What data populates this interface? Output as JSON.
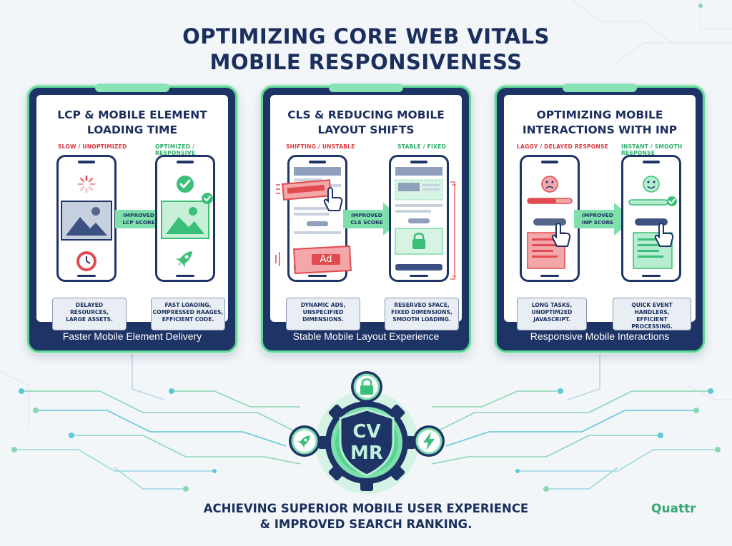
{
  "title": {
    "line1": "OPTIMIZING CORE WEB VITALS",
    "line2": "MOBILE RESPONSIVENESS"
  },
  "panels": [
    {
      "title_line1": "LCP & MOBILE ELEMENT",
      "title_line2": "LOADING TIME",
      "left_label": "SLOW / UNOPTIMIZED",
      "right_label": "OPTIMIZED / RESPONSIVE",
      "arrow_line1": "IMPROVED",
      "arrow_line2": "LCP SCORE",
      "left_note": [
        "DELAYED",
        "RESOURCES,",
        "LARGE ASSETS."
      ],
      "right_note": [
        "FAST LOAOING,",
        "COMPRESSED HAAGES,",
        "EFFICIENT CODE."
      ],
      "footer": "Faster Mobile Element Delivery"
    },
    {
      "title_line1": "CLS & REDUCING MOBILE",
      "title_line2": "LAYOUT SHIFTS",
      "left_label": "SHIFTING / UNSTABLE",
      "right_label": "STABLE / FIXED",
      "arrow_line1": "IMPROVED",
      "arrow_line2": "CLS SCORE",
      "ad_label": "Ad",
      "left_note": [
        "DYNAMIC ADS,",
        "UNSPECIFIED",
        "DIMENSIONS."
      ],
      "right_note": [
        "RESERVEO SPACE,",
        "FIXED DIMENSIONS,",
        "SMOOTH LOADING."
      ],
      "footer": "Stable Mobile Layout Experience"
    },
    {
      "title_line1": "OPTIMIZING MOBILE",
      "title_line2": "INTERACTIONS WITH INP",
      "left_label": "LAGGY / DELAYED RESPONSE",
      "right_label": "INSTANT / SMOOTH RESPONSE",
      "arrow_line1": "IMPROVED",
      "arrow_line2": "INP SCORE",
      "left_note": [
        "LONG TASKS,",
        "UNOPTIM2ED",
        "JAVASCRIPT."
      ],
      "right_note": [
        "QUICK EVENT HANDLERS,",
        "EFFICIENT",
        "PROCESSING."
      ],
      "footer": "Responsive Mobile Interactions"
    }
  ],
  "badge": {
    "line1": "CV",
    "line2": "MR"
  },
  "bottom": {
    "line1": "ACHIEVING SUPERIOR MOBILE USER EXPERIENCE",
    "line2": "& IMPROVED SEARCH RANKING."
  },
  "logo": "Quattr",
  "colors": {
    "navy": "#1f3466",
    "green": "#5fd596",
    "red": "#e14a4f",
    "background": "#f2f6f9"
  },
  "icons": [
    "spinner-icon",
    "image-icon",
    "clock-icon",
    "check-icon",
    "rocket-icon",
    "cursor-hand-icon",
    "lock-icon",
    "frown-icon",
    "smile-icon",
    "lightning-icon"
  ]
}
